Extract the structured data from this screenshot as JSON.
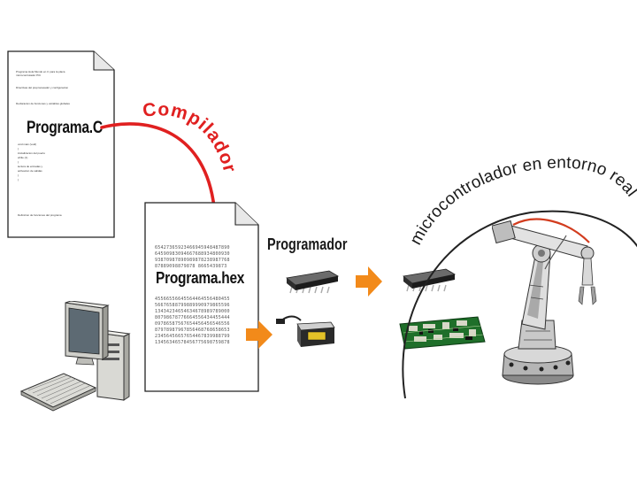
{
  "diagram": {
    "compile_label": "Compilador",
    "programmer_label": "Programador",
    "real_env_label": "microcontrolador en entorno real",
    "source_file": {
      "name": "Programa.C",
      "top_lines": [
        "Programa Hola Mundo en C para la placa",
        "microcontrolador PIC",
        "",
        "Directivas del preprocesador y configuracion",
        "",
        "Declaracion de funciones y variables globales"
      ],
      "bottom_lines": [
        "void main (void)",
        "{",
        "  inicializacion del puerto",
        "  while (1)",
        "  {",
        "    lectura de entradas y",
        "    activacion de salidas",
        "  }",
        "}",
        "",
        "Definicion de funciones del programa"
      ]
    },
    "hex_file": {
      "name": "Programa.hex",
      "rows_top": [
        "65427365923466945948487890",
        "64590983094667688934800930",
        "93870987890989878238987768",
        "87889098879878 8665439873"
      ],
      "rows_bottom": [
        "45566556645564464556480455",
        "56676588799889990979865596",
        "13434234654634678989789000",
        "80798678776664556434455444",
        "09786587567654456456546556",
        "87978987967856468768658653",
        "23456456657654467839988799",
        "13456346578456775698759878"
      ]
    },
    "icons": {
      "source": "document-icon",
      "hex": "document-icon",
      "computer": "desktop-computer-icon",
      "keyboard": "keyboard-icon",
      "chip_programmer": "dip-chip-icon",
      "chip_target": "dip-chip-icon",
      "programmer": "programmer-device-icon",
      "board": "circuit-board-icon",
      "robot": "robot-arm-icon",
      "arrows": "arrow-right-icon"
    },
    "colors": {
      "compile_arrow": "#e02020",
      "flow_arrows": "#f28a1a",
      "board": "#1f6f2a",
      "chip": "#2d2d2d",
      "robot_cable": "#d23c1e"
    }
  }
}
